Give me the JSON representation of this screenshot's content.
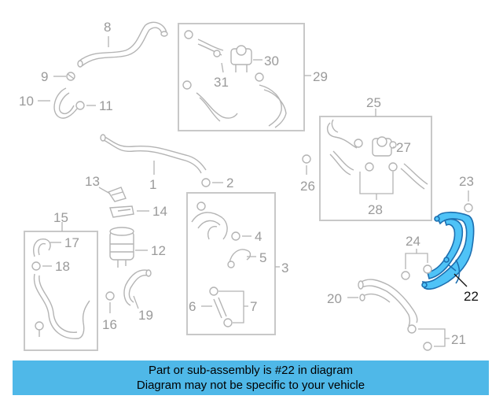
{
  "callouts": {
    "c1": "1",
    "c2": "2",
    "c3": "3",
    "c4": "4",
    "c5": "5",
    "c6": "6",
    "c7": "7",
    "c8": "8",
    "c9": "9",
    "c10": "10",
    "c11": "11",
    "c12": "12",
    "c13": "13",
    "c14": "14",
    "c15": "15",
    "c16": "16",
    "c17": "17",
    "c18": "18",
    "c19": "19",
    "c20": "20",
    "c21": "21",
    "c22": "22",
    "c23": "23",
    "c24": "24",
    "c25": "25",
    "c26": "26",
    "c27": "27",
    "c28": "28",
    "c29": "29",
    "c30": "30",
    "c31": "31"
  },
  "highlight": {
    "part_number": "22",
    "color": "#4fc3f7"
  },
  "banner": {
    "line1": "Part or sub-assembly is #22 in diagram",
    "line2": "Diagram may not be specific to your vehicle",
    "color": "#4fb8e8"
  }
}
